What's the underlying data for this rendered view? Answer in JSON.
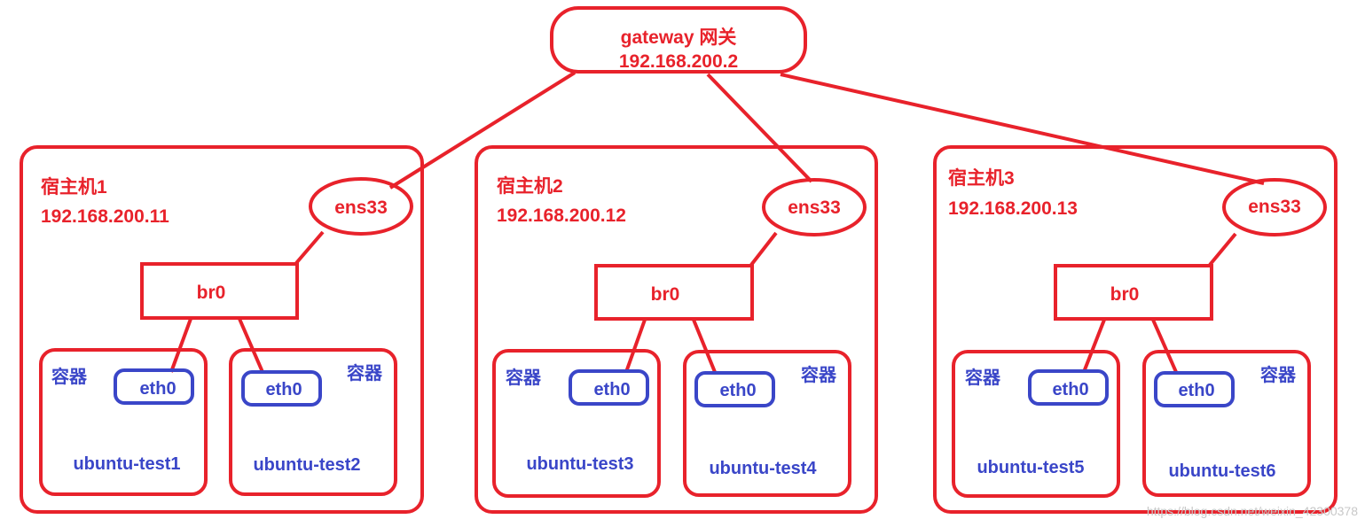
{
  "gateway": {
    "line1": "gateway 网关",
    "line2": "192.168.200.2"
  },
  "hosts": [
    {
      "title": "宿主机1",
      "ip": "192.168.200.11",
      "nic": "ens33",
      "bridge": "br0",
      "containers": [
        {
          "label": "容器",
          "iface": "eth0",
          "name": "ubuntu-test1"
        },
        {
          "label": "容器",
          "iface": "eth0",
          "name": "ubuntu-test2"
        }
      ]
    },
    {
      "title": "宿主机2",
      "ip": "192.168.200.12",
      "nic": "ens33",
      "bridge": "br0",
      "containers": [
        {
          "label": "容器",
          "iface": "eth0",
          "name": "ubuntu-test3"
        },
        {
          "label": "容器",
          "iface": "eth0",
          "name": "ubuntu-test4"
        }
      ]
    },
    {
      "title": "宿主机3",
      "ip": "192.168.200.13",
      "nic": "ens33",
      "bridge": "br0",
      "containers": [
        {
          "label": "容器",
          "iface": "eth0",
          "name": "ubuntu-test5"
        },
        {
          "label": "容器",
          "iface": "eth0",
          "name": "ubuntu-test6"
        }
      ]
    }
  ],
  "watermark": "https://blog.csdn.net/weixin_42300378",
  "colors": {
    "red": "#e8222b",
    "blue": "#3a46c8"
  }
}
